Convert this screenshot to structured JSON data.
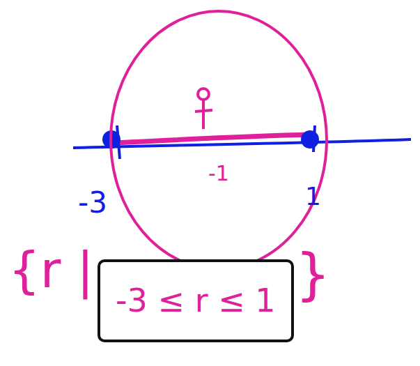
{
  "diagram": {
    "nodes": [
      {
        "text": [
          "-1"
        ]
      },
      {
        "text": [
          "-3 ≤ r ≤ 1"
        ]
      }
    ],
    "labels": [
      "-3",
      "1",
      "{r |",
      "}"
    ]
  }
}
